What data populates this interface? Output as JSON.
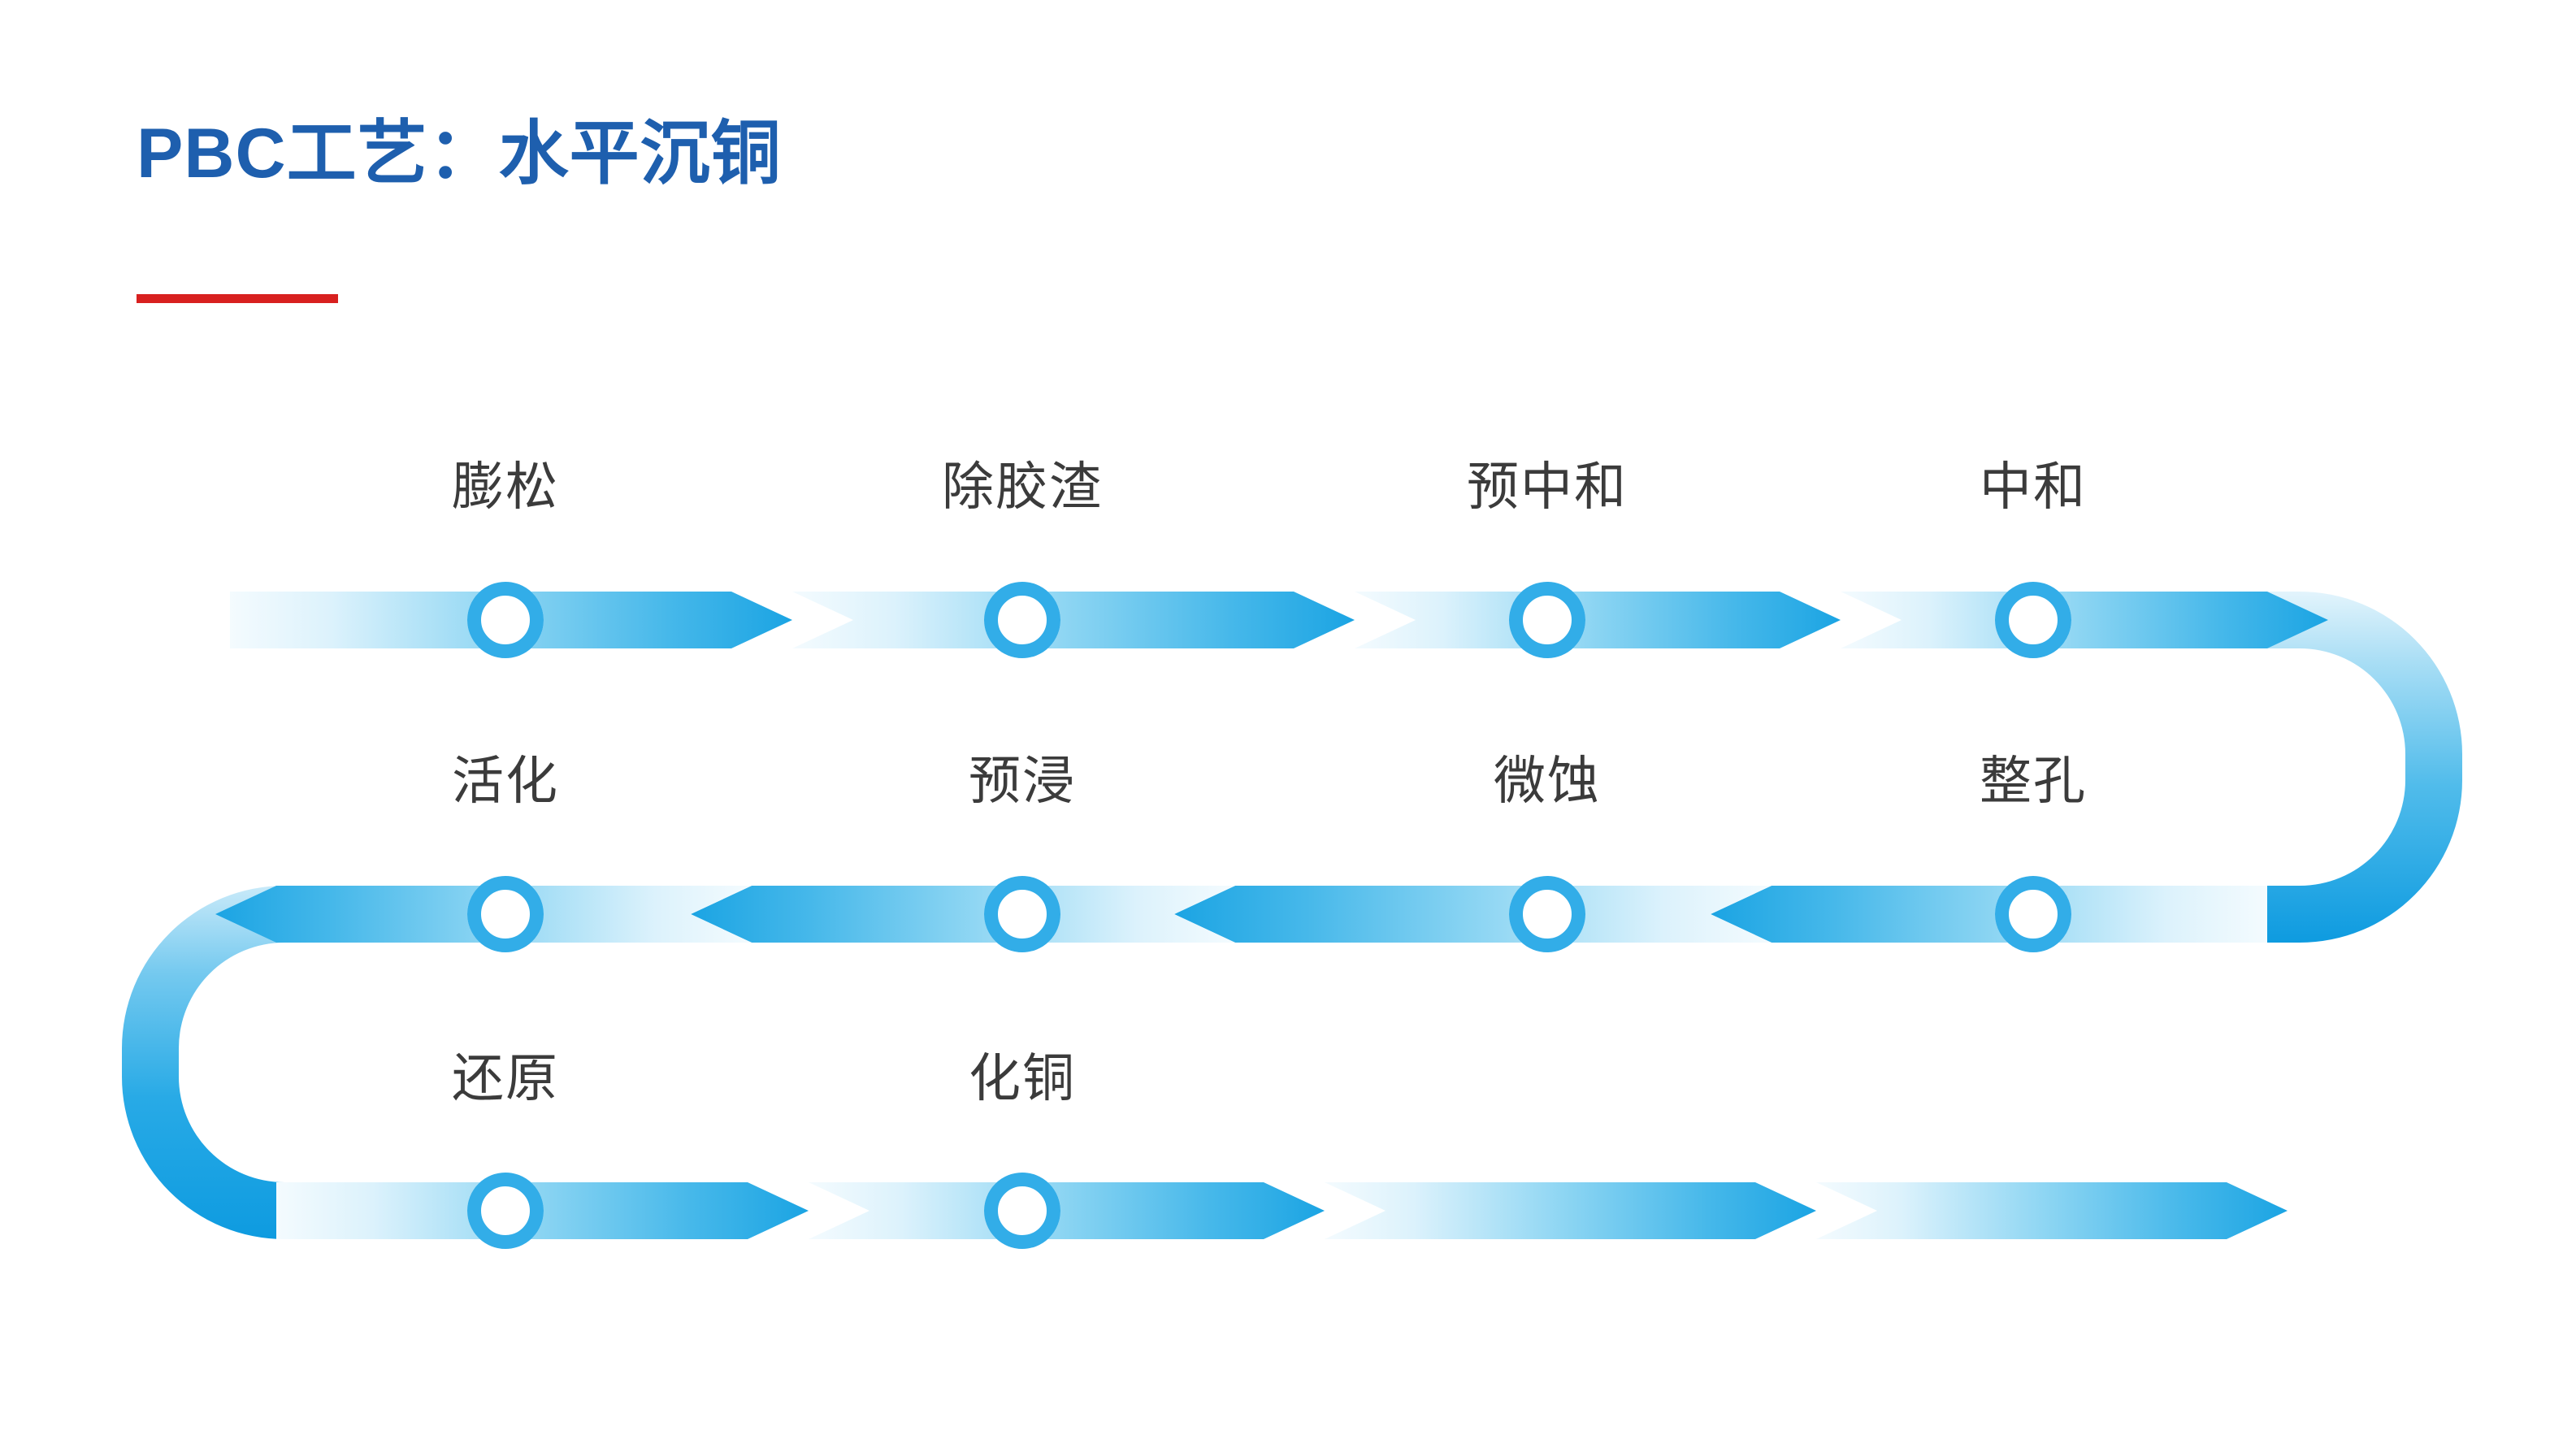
{
  "page": {
    "title": "PBC工艺：水平沉铜",
    "accent_blue": "#1E5FAE",
    "rule_red": "#D8201F",
    "flow_blue_dark": "#1BA0E2",
    "flow_blue_light": "#BFE7F8",
    "label_color": "#3B3B3B",
    "background": "#FFFFFF"
  },
  "flow": {
    "type": "serpentine-process-flow",
    "row_count": 3,
    "row_directions": [
      "left-to-right",
      "right-to-left",
      "left-to-right"
    ],
    "steps": [
      {
        "index": 1,
        "label": "膨松",
        "row": 1,
        "order_in_row": 1
      },
      {
        "index": 2,
        "label": "除胶渣",
        "row": 1,
        "order_in_row": 2
      },
      {
        "index": 3,
        "label": "预中和",
        "row": 1,
        "order_in_row": 3
      },
      {
        "index": 4,
        "label": "中和",
        "row": 1,
        "order_in_row": 4
      },
      {
        "index": 5,
        "label": "整孔",
        "row": 2,
        "order_in_row": 1
      },
      {
        "index": 6,
        "label": "微蚀",
        "row": 2,
        "order_in_row": 2
      },
      {
        "index": 7,
        "label": "预浸",
        "row": 2,
        "order_in_row": 3
      },
      {
        "index": 8,
        "label": "活化",
        "row": 2,
        "order_in_row": 4
      },
      {
        "index": 9,
        "label": "还原",
        "row": 3,
        "order_in_row": 1
      },
      {
        "index": 10,
        "label": "化铜",
        "row": 3,
        "order_in_row": 2
      }
    ],
    "unlabeled_segments_row3": 2
  }
}
